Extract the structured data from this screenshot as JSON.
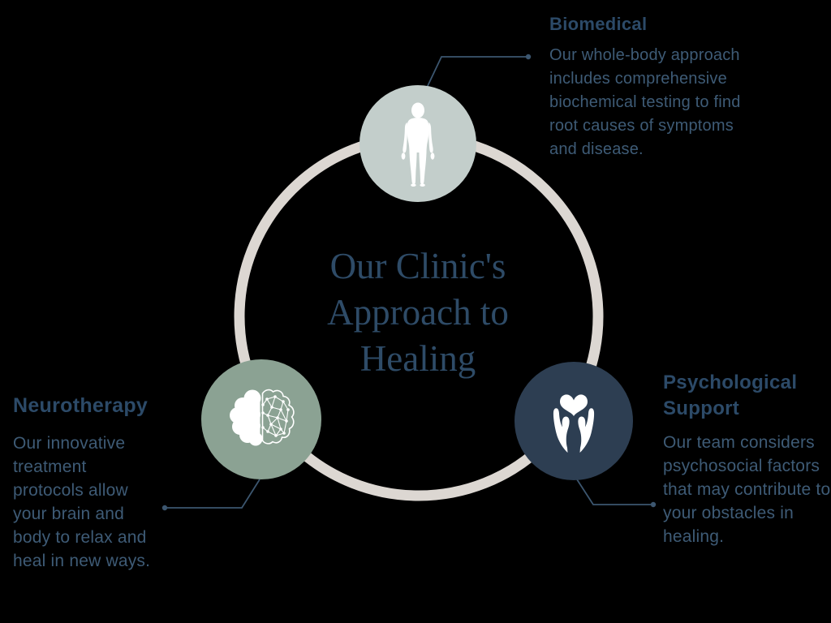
{
  "background_color": "#000000",
  "ring_color": "#dcd7d2",
  "connector_color": "#3c566f",
  "icon_color": "#ffffff",
  "center_title": {
    "line1": "Our Clinic's",
    "line2": "Approach to",
    "line3": "Healing"
  },
  "sections": {
    "biomedical": {
      "label": "Biomedical",
      "description": "Our whole-body approach includes comprehensive biochemical testing to find root causes of symptoms and disease.",
      "circle_color": "#c3cecb",
      "icon": "human-body-icon"
    },
    "neurotherapy": {
      "label": "Neurotherapy",
      "description": "Our innovative treatment protocols allow your brain and body to relax and heal in new ways.",
      "circle_color": "#8ba293",
      "icon": "brain-icon"
    },
    "psychological": {
      "label": "Psychological Support",
      "description": "Our team considers psychosocial factors that may contribute to your obstacles in healing.",
      "circle_color": "#2d3e52",
      "icon": "hands-heart-icon"
    }
  }
}
